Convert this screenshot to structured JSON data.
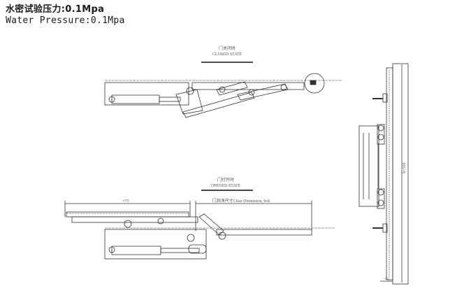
{
  "header": {
    "title_cn": "水密试验压力:0.1Mpa",
    "title_en": "Water Pressure:0.1Mpa"
  },
  "drawing": {
    "closed_state": {
      "label_cn": "门关闭时",
      "label_en": "CLOSED STATE"
    },
    "opened_state": {
      "label_cn": "门打开时",
      "label_en": "OPENED STATE"
    },
    "dim_left": "≈75",
    "dim_clear": "门洞净尺寸Clear Dimension, hxh",
    "dim_height": "h=500",
    "dim_bottom": "≈50"
  }
}
